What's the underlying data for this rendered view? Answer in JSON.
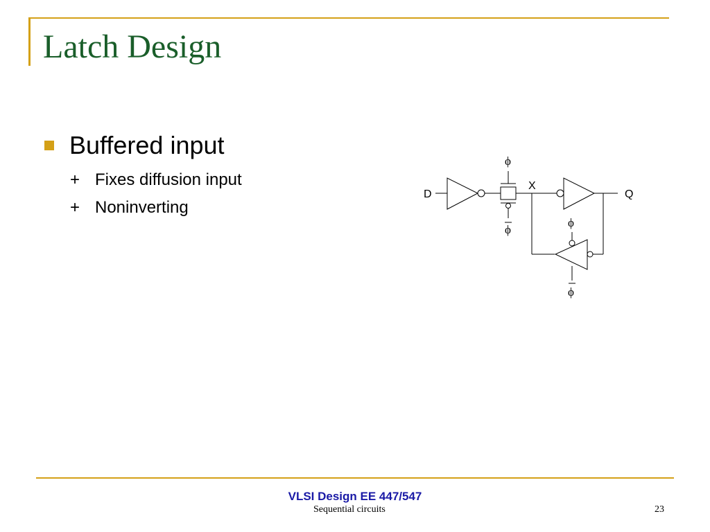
{
  "slide": {
    "title": "Latch Design",
    "bullet": "Buffered input",
    "subbullets": [
      {
        "marker": "+",
        "text": "Fixes diffusion input"
      },
      {
        "marker": "+",
        "text": "Noninverting"
      }
    ]
  },
  "diagram": {
    "label_d": "D",
    "label_x": "X",
    "label_q": "Q",
    "phi": "ϕ",
    "phi_top": "ϕ",
    "phi_bar_tg": "ϕ",
    "phi_feedback": "ϕ",
    "phi_bar_feedback": "ϕ"
  },
  "footer": {
    "course": "VLSI Design EE 447/547",
    "topic": "Sequential circuits",
    "page": "23"
  },
  "colors": {
    "accent": "#d4a017",
    "title": "#1a5e2a",
    "course": "#1a1aa6"
  }
}
